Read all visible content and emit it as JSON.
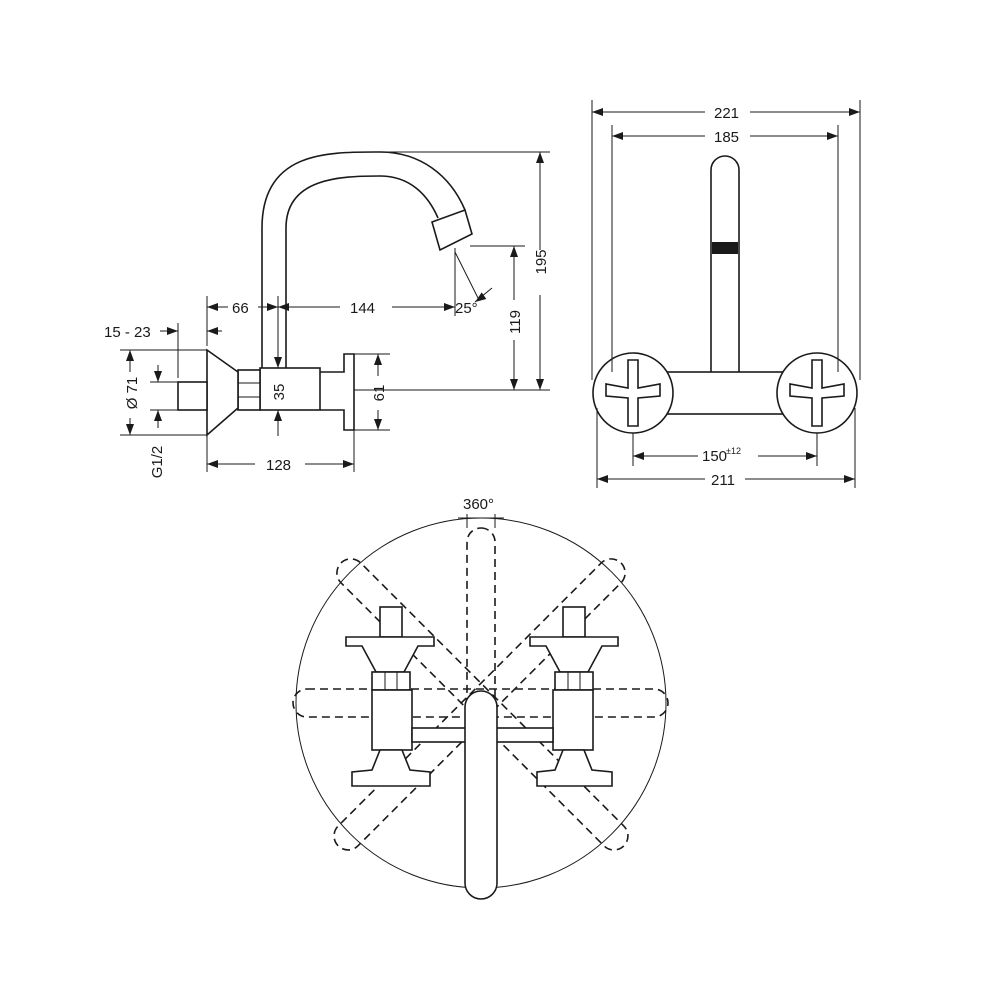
{
  "side_view": {
    "dim_15_23": "15 - 23",
    "dim_66": "66",
    "dim_144": "144",
    "dim_25deg": "25°",
    "dim_195": "195",
    "dim_119": "119",
    "dim_dia71": "Ø 71",
    "dim_35": "35",
    "dim_61": "61",
    "dim_g12": "G1/2",
    "dim_128": "128"
  },
  "front_view": {
    "dim_221": "221",
    "dim_185": "185",
    "dim_150": "150",
    "dim_150_tol": "±12",
    "dim_211": "211"
  },
  "top_view": {
    "dim_360": "360°"
  }
}
